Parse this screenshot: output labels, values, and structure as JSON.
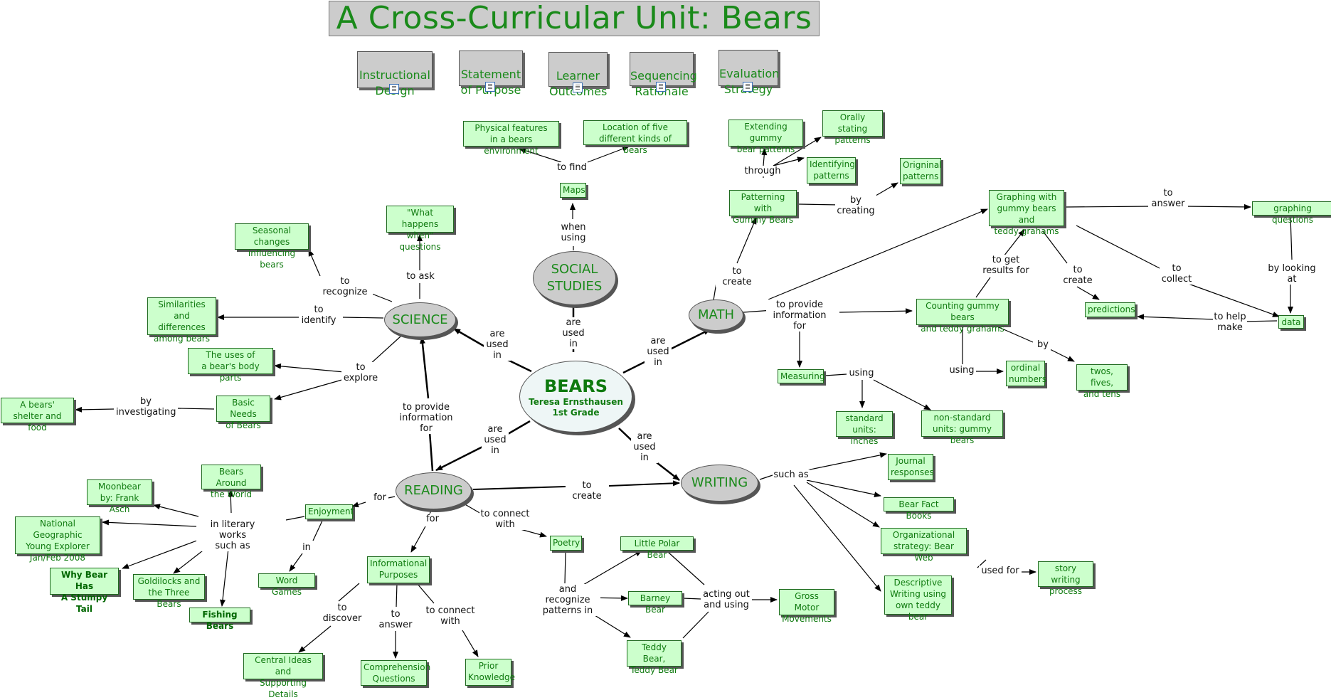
{
  "title": "A Cross-Curricular Unit: Bears",
  "header_buttons": [
    "Instructional\nDesign",
    "Statement\nof Purpose",
    "Learner\nOutcomes",
    "Sequencing\nRationale",
    "Evaluation\nStrategy"
  ],
  "center": {
    "title": "BEARS",
    "author": "Teresa Ernsthausen",
    "grade": "1st Grade"
  },
  "subjects": {
    "science": "SCIENCE",
    "social": "SOCIAL\nSTUDIES",
    "math": "MATH",
    "reading": "READING",
    "writing": "WRITING"
  },
  "science": {
    "seasonal": "Seasonal changes\ninfluencing bears",
    "what_happens": "\"What happens\nwhen\" questions",
    "similarities": "Similarities\nand differences\namong bears",
    "uses": "The uses of\na bear's body parts",
    "basic_needs": "Basic Needs\nof Bears",
    "shelter": "A bears'\nshelter and food"
  },
  "social": {
    "maps": "Maps",
    "physical": "Physical features\nin a bears environment",
    "location": "Location of five\ndifferent kinds of bears"
  },
  "math": {
    "patterning": "Patterning with\nGummy Bears",
    "extending": "Extending gummy\nbear patterns",
    "orally": "Orally stating\npatterns",
    "identifying": "Identifying\npatterns",
    "original": "Origninal\npatterns",
    "graphing": "Graphing with\ngummy bears and\nteddy grahams",
    "graphing_q": "graphing questions",
    "counting": "Counting gummy bears\nand teddy grahams",
    "predictions": "predictions",
    "data": "data",
    "measuring": "Measuring",
    "ordinal": "ordinal\nnumbers",
    "twos": "twos, fives,\nand tens",
    "standard": "standard\nunits: inches",
    "nonstandard": "non-standard\nunits: gummy bears"
  },
  "reading": {
    "enjoyment": "Enjoyment",
    "moonbear": "Moonbear\nby: Frank Asch",
    "bears_around": "Bears Around\nthe World",
    "natgeo": "National Geographic\nYoung Explorer\nJan/Feb 2008",
    "why_bear": "Why Bear Has\nA Stumpy Tail",
    "goldilocks": "Goldilocks and\nthe Three Bears",
    "fishing": "Fishing Bears",
    "word_games": "Word Games",
    "informational": "Informational\nPurposes",
    "central": "Central Ideas and\nSupporting Details",
    "comprehension": "Comprehension\nQuestions",
    "prior": "Prior\nKnowledge",
    "poetry": "Poetry",
    "little_polar": "Little Polar Bear",
    "barney": "Barney Bear",
    "teddy": "Teddy Bear,\nTeddy Bear",
    "gross_motor": "Gross Motor\nMovements"
  },
  "writing": {
    "journal": "Journal\nresponses",
    "fact_books": "Bear Fact Books",
    "organizational": "Organizational\nstrategy: Bear Web",
    "descriptive": "Descriptive\nWriting using\nown teddy bear",
    "story": "story writing\nprocess"
  },
  "links": {
    "are_used_in": "are\nused\nin",
    "to_recognize": "to recognize",
    "to_ask": "to ask",
    "to_identify": "to\nidentify",
    "to_explore": "to\nexplore",
    "by_investigating": "by\ninvestigating",
    "to_provide_info": "to provide\ninformation for",
    "to_find": "to find",
    "when_using": "when\nusing",
    "to_create": "to create",
    "through": "through",
    "by_creating": "by\ncreating",
    "to_answer": "to\nanswer",
    "by_looking_at": "by looking at",
    "to_get_results": "to get\nresults for",
    "to_create2": "to\ncreate",
    "to_collect": "to\ncollect",
    "to_help_make": "to help\nmake",
    "by": "by",
    "using": "using",
    "for": "for",
    "in_literary": "in literary works\nsuch as",
    "in": "in",
    "to_discover": "to\ndiscover",
    "to_connect_with": "to connect\nwith",
    "and_recognize": "and recognize\npatterns in",
    "acting_out": "acting out\nand using",
    "such_as": "such as",
    "used_for": "used for"
  }
}
